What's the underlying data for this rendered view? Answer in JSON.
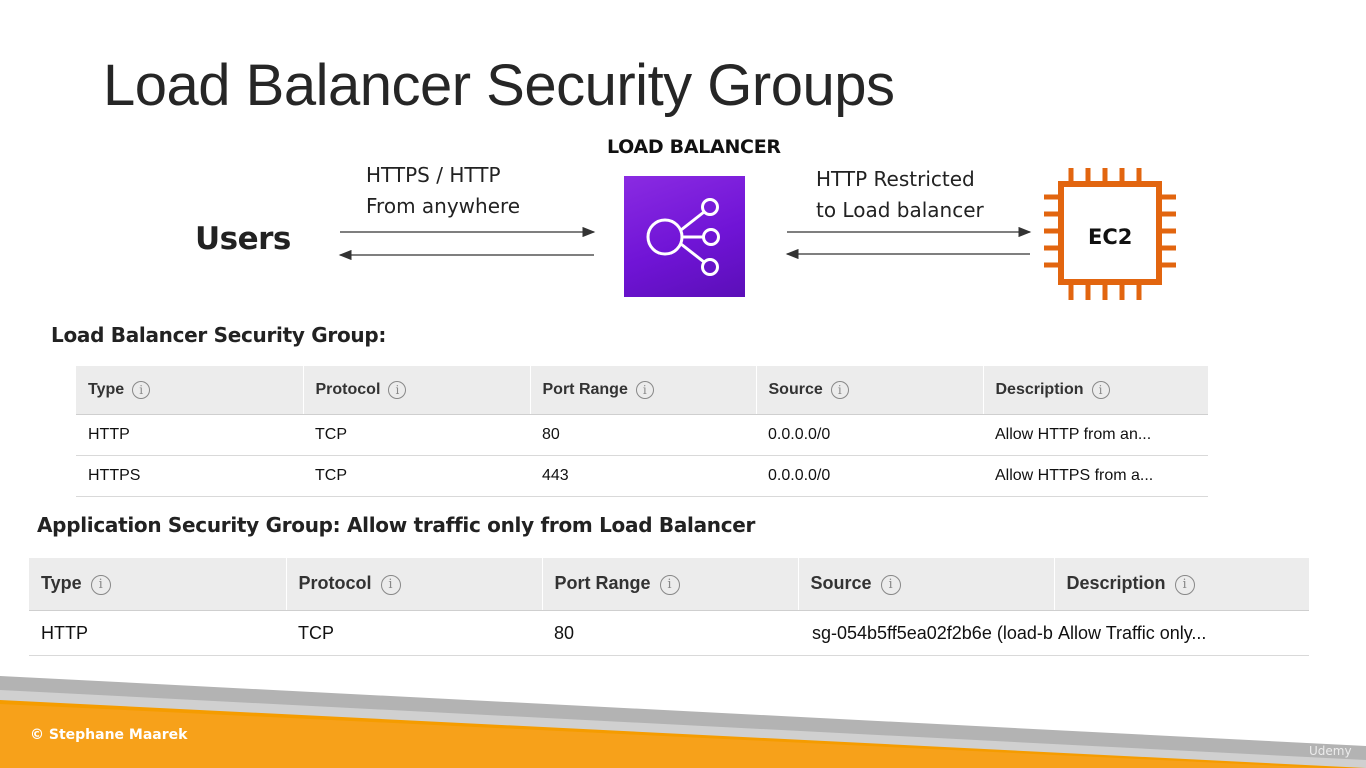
{
  "slide": {
    "title": "Load Balancer Security Groups",
    "load_balancer_label": "LOAD BALANCER",
    "users_label": "Users",
    "left_caption_line1": "HTTPS / HTTP",
    "left_caption_line2": "From anywhere",
    "right_caption_line1": "HTTP Restricted",
    "right_caption_line2": "to Load balancer",
    "ec2_label": "EC2",
    "lb_icon": "elastic-load-balancer-icon",
    "ec2_icon": "ec2-chip-icon",
    "colors": {
      "lb_purple": "#7b1ee0",
      "ec2_orange": "#e2650f",
      "banner_orange": "#f59c00",
      "banner_gray": "#b0b0b0"
    }
  },
  "lb_security_group": {
    "heading": "Load Balancer Security Group:",
    "columns": [
      "Type",
      "Protocol",
      "Port Range",
      "Source",
      "Description"
    ],
    "rows": [
      [
        "HTTP",
        "TCP",
        "80",
        "0.0.0.0/0",
        "Allow HTTP from an..."
      ],
      [
        "HTTPS",
        "TCP",
        "443",
        "0.0.0.0/0",
        "Allow HTTPS from a..."
      ]
    ]
  },
  "app_security_group": {
    "heading": "Application Security Group: Allow traffic only from Load Balancer",
    "columns": [
      "Type",
      "Protocol",
      "Port Range",
      "Source",
      "Description"
    ],
    "rows": [
      [
        "HTTP",
        "TCP",
        "80",
        "sg-054b5ff5ea02f2b6e (load-b",
        "Allow Traffic only..."
      ]
    ]
  },
  "info_glyph": "i",
  "footer": {
    "copyright": "© Stephane Maarek",
    "watermark": "Udemy"
  }
}
